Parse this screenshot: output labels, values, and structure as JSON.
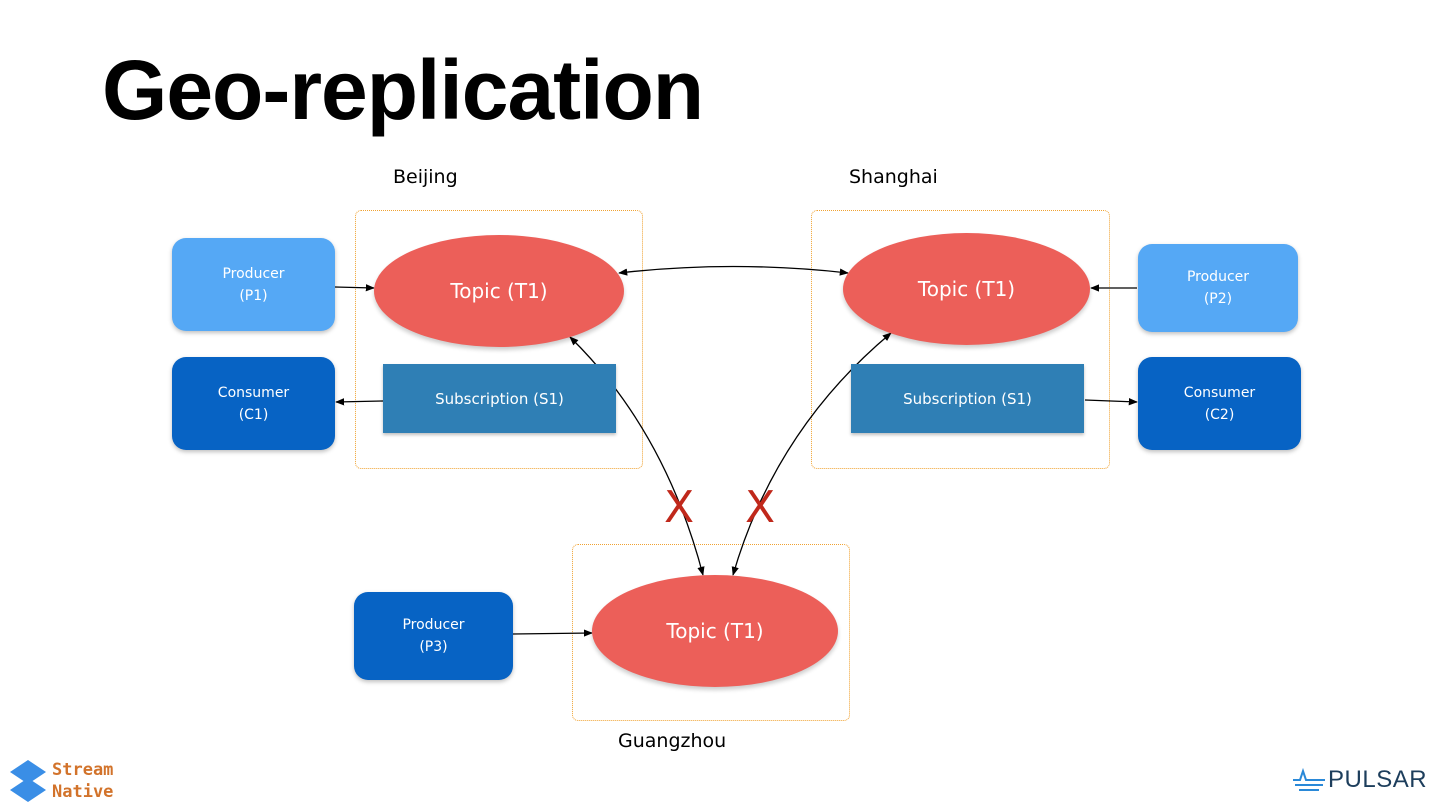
{
  "title": "Geo-replication",
  "regions": {
    "beijing": {
      "label": "Beijing",
      "topic": "Topic (T1)",
      "subscription": "Subscription (S1)"
    },
    "shanghai": {
      "label": "Shanghai",
      "topic": "Topic (T1)",
      "subscription": "Subscription (S1)"
    },
    "guangzhou": {
      "label": "Guangzhou",
      "topic": "Topic (T1)"
    }
  },
  "clients": {
    "p1": {
      "line1": "Producer",
      "line2": "(P1)"
    },
    "c1": {
      "line1": "Consumer",
      "line2": "(C1)"
    },
    "p2": {
      "line1": "Producer",
      "line2": "(P2)"
    },
    "c2": {
      "line1": "Consumer",
      "line2": "(C2)"
    },
    "p3": {
      "line1": "Producer",
      "line2": "(P3)"
    }
  },
  "marks": {
    "x_left": "X",
    "x_right": "X"
  },
  "logos": {
    "left": {
      "line1": "Stream",
      "line2": "Native",
      "icon": "streamnative-logo-icon"
    },
    "right": {
      "text": "PULSAR",
      "icon": "pulsar-logo-icon"
    }
  },
  "colors": {
    "topic": "#ec5f59",
    "producer_light": "#55a8f5",
    "client_dark": "#0763c4",
    "subscription": "#2f7fb5",
    "region_border": "#f0a232",
    "x_mark": "#c0281b"
  }
}
